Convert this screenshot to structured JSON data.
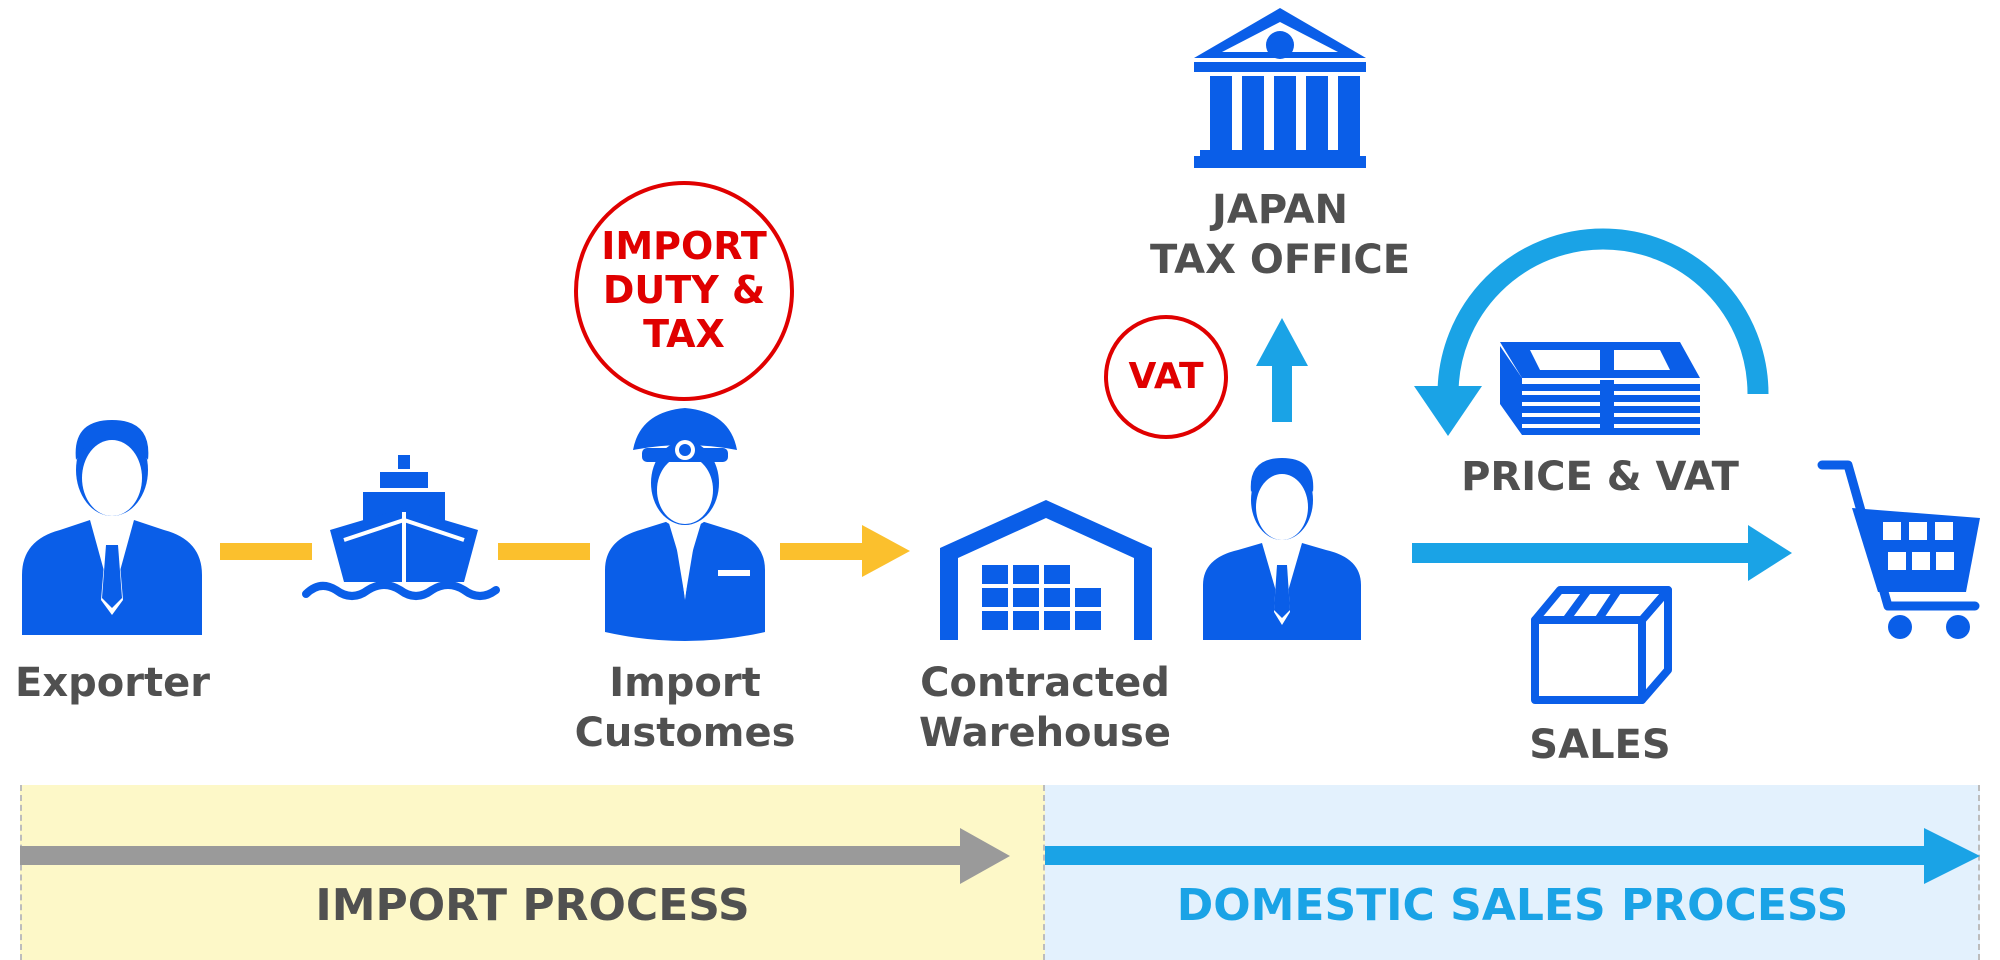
{
  "nodes": {
    "exporter": "Exporter",
    "import_customs_line1": "Import",
    "import_customs_line2": "Customes",
    "warehouse_line1": "Contracted",
    "warehouse_line2": "Warehouse",
    "tax_office_line1": "JAPAN",
    "tax_office_line2": "TAX OFFICE",
    "price_vat": "PRICE & VAT",
    "sales": "SALES"
  },
  "badges": {
    "import_duty_line1": "IMPORT",
    "import_duty_line2": "DUTY &",
    "import_duty_line3": "TAX",
    "vat": "VAT"
  },
  "phases": {
    "import": "IMPORT PROCESS",
    "domestic": "DOMESTIC SALES PROCESS"
  },
  "colors": {
    "icon_blue": "#0a5ee8",
    "light_blue": "#1aa3e6",
    "yellow": "#fbc02d",
    "gray": "#9a9a9a",
    "red": "#e00000",
    "text_gray": "#505050",
    "import_zone": "#fdf8c8",
    "domestic_zone": "#e3f1fd"
  },
  "icons": [
    "person-icon",
    "ship-icon",
    "customs-officer-icon",
    "warehouse-icon",
    "bank-icon",
    "money-icon",
    "box-icon",
    "cart-icon"
  ]
}
